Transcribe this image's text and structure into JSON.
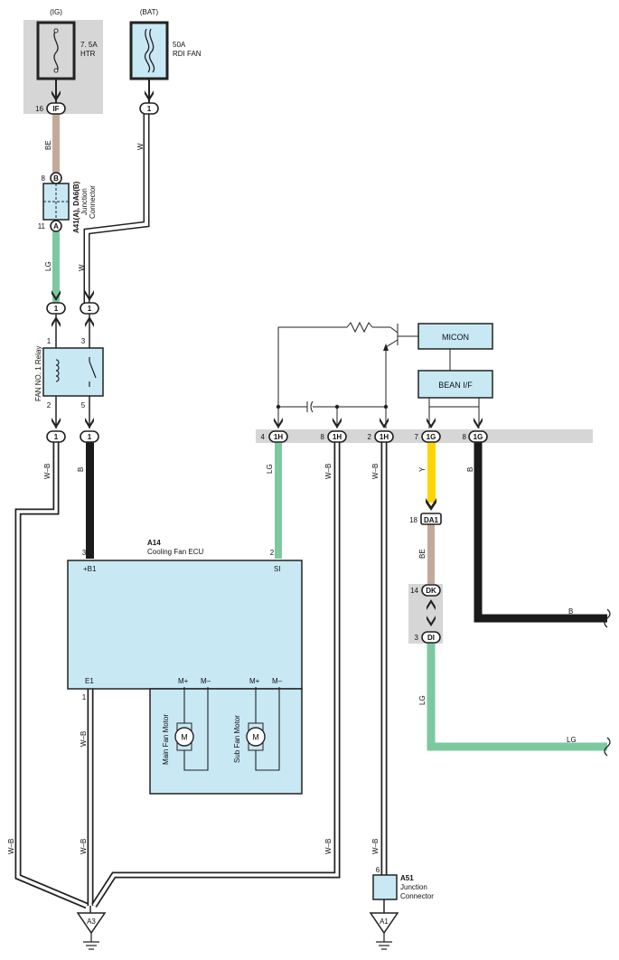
{
  "colors": {
    "box_fill": "#c8e8f4",
    "shade": "#d6d6d6",
    "wire_BE": "#c4a99b",
    "wire_LG": "#7cc9a0",
    "wire_Y": "#ffd400",
    "wire_B": "#1a1a1a",
    "wire_W": "#ffffff"
  },
  "power": {
    "ig": "(IG)",
    "bat": "(BAT)",
    "fuse_htr": {
      "rating": "7. 5A",
      "name": "HTR"
    },
    "fuse_rdi": {
      "rating": "50A",
      "name": "RDI FAN"
    }
  },
  "connectors": {
    "IF": {
      "pin": "16",
      "code": "IF"
    },
    "bat_out": {
      "pin": "1"
    },
    "jc_B": {
      "pin": "8",
      "code": "B"
    },
    "jc_A": {
      "pin": "11",
      "code": "A"
    },
    "relay_in_left": {
      "pin": "1"
    },
    "relay_in_right": {
      "pin": "1"
    },
    "relay_out_left": {
      "pin": "1"
    },
    "relay_out_right": {
      "pin": "1"
    },
    "h1_4": {
      "pin": "4",
      "code": "1H"
    },
    "h1_8": {
      "pin": "8",
      "code": "1H"
    },
    "h1_2": {
      "pin": "2",
      "code": "1H"
    },
    "g1_7": {
      "pin": "7",
      "code": "1G"
    },
    "g1_8": {
      "pin": "8",
      "code": "1G"
    },
    "da1": {
      "pin": "18",
      "code": "DA1"
    },
    "dk": {
      "pin": "14",
      "code": "DK"
    },
    "di": {
      "pin": "3",
      "code": "DI"
    }
  },
  "junction_connector": {
    "id": "A41(A), DA6(B)",
    "desc1": "Junction",
    "desc2": "Connector"
  },
  "relay": {
    "name": "FAN NO. 1 Relay",
    "pin_1": "1",
    "pin_3": "3",
    "pin_2": "2",
    "pin_5": "5"
  },
  "wires": {
    "BE_top": "BE",
    "W_top": "W",
    "LG_left": "LG",
    "W_mid": "W",
    "WB_relay": "W–B",
    "B_relay": "B",
    "LG_1h": "LG",
    "WB_1h8": "W–B",
    "WB_1h2": "W–B",
    "Y_1g": "Y",
    "B_1g": "B",
    "BE_da1": "BE",
    "LG_di": "LG",
    "B_right": "B",
    "LG_right": "LG",
    "WB_e1": "W–B",
    "WB_e1_low": "W–B",
    "WB_left_low": "W–B",
    "WB_1h8_low": "W–B",
    "WB_1h2_low": "W–B"
  },
  "ecu": {
    "id": "A14",
    "name": "Cooling Fan ECU",
    "pin_b1_num": "3",
    "pin_b1": "+B1",
    "pin_si_num": "2",
    "pin_si": "SI",
    "pin_e1": "E1",
    "pin_e1_num": "1",
    "mplus1": "M+",
    "mminus1": "M–",
    "mplus2": "M+",
    "mminus2": "M–"
  },
  "motors": {
    "main": "Main Fan Motor",
    "sub": "Sub Fan Motor",
    "symbol": "M"
  },
  "modules": {
    "micon": "MICON",
    "bean": "BEAN I/F"
  },
  "a51": {
    "id": "A51",
    "pin": "6",
    "desc1": "Junction",
    "desc2": "Connector"
  },
  "grounds": {
    "a3": "A3",
    "a1": "A1"
  }
}
